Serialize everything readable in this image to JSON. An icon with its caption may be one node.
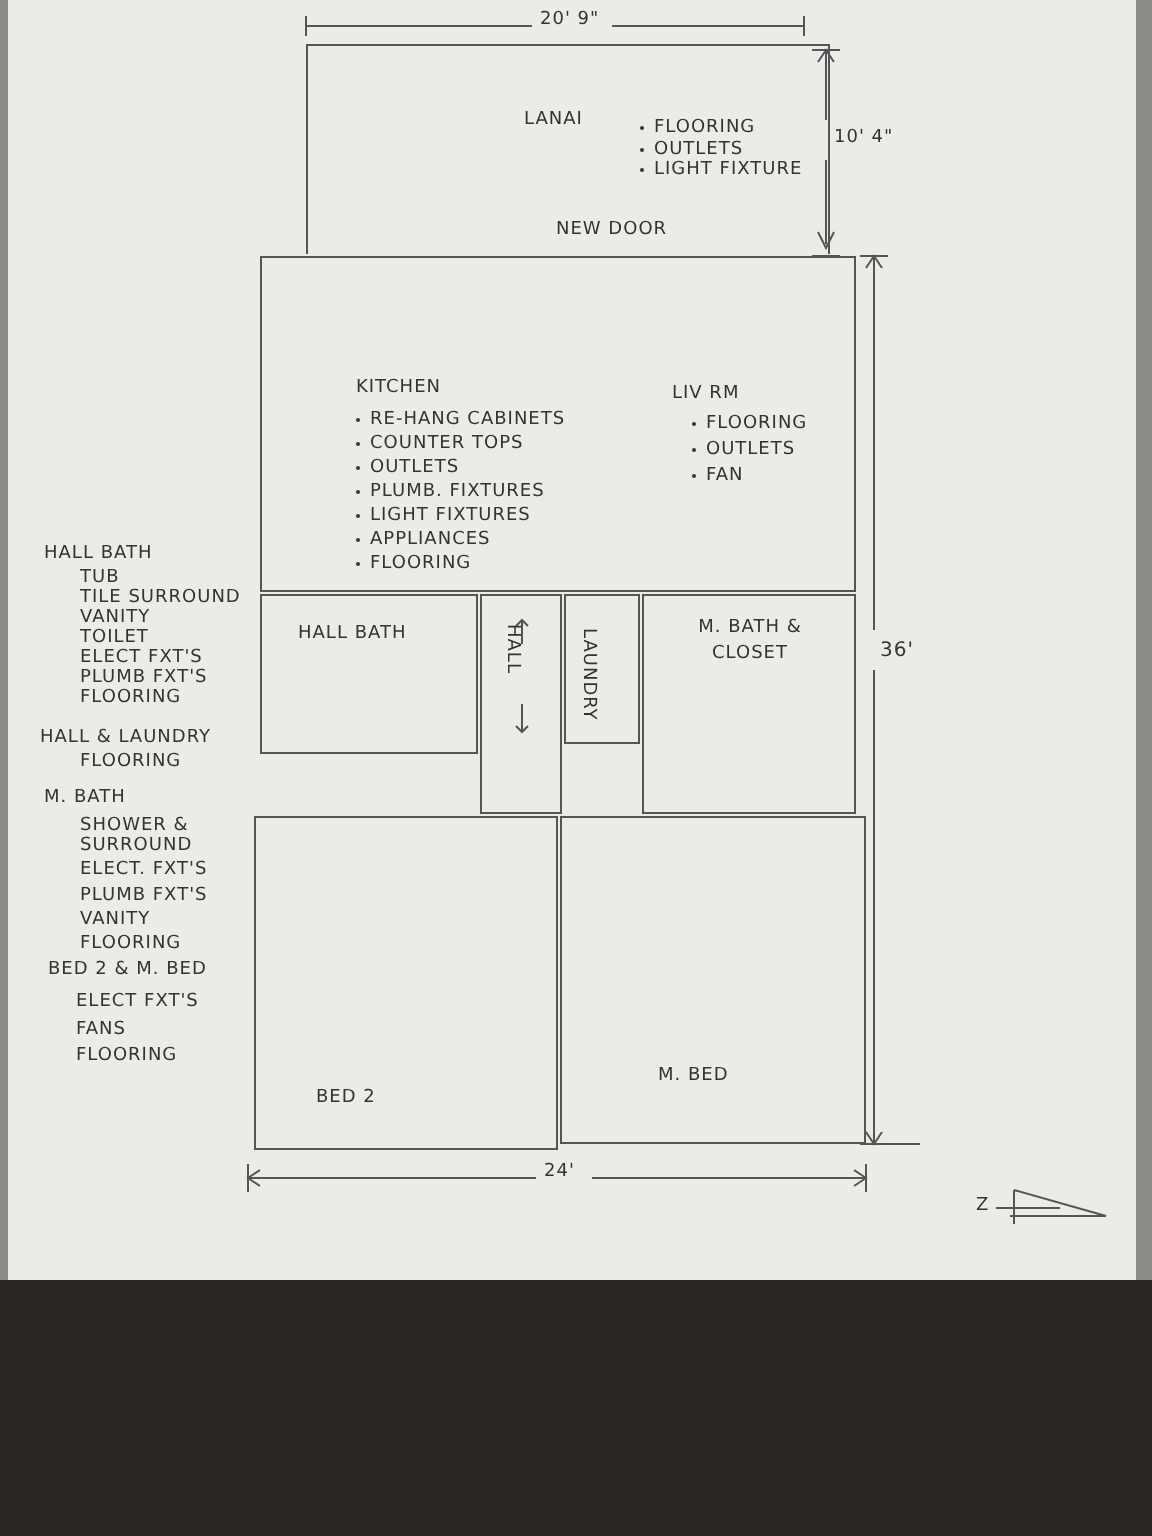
{
  "diagram": {
    "nodes": [
      {
        "text": [
          "LANAI",
          "FLOORING",
          "OUTLETS",
          "LIGHT FIXTURE"
        ]
      },
      {
        "text": [
          "KITCHEN",
          "RE-HANG CABINETS",
          "COUNTER TOPS",
          "OUTLETS",
          "PLUMB. FIXTURES",
          "LIGHT FIXTURES",
          "APPLIANCES",
          "FLOORING",
          "LIV RM",
          "FLOORING",
          "OUTLETS",
          "FAN"
        ]
      },
      {
        "text": [
          "HALL BATH"
        ]
      },
      {
        "text": [
          "HALL"
        ]
      },
      {
        "text": [
          "LAUNDRY"
        ]
      },
      {
        "text": [
          "M. BATH & CLOSET"
        ]
      },
      {
        "text": [
          "BED 2"
        ]
      },
      {
        "text": [
          "M. BED"
        ]
      }
    ],
    "edges": [],
    "labels": [
      "20' 9\"",
      "10' 4\"",
      "NEW DOOR",
      "36'",
      "24'",
      "Z",
      "HALL BATH",
      "TUB",
      "TILE SURROUND",
      "VANITY",
      "TOILET",
      "ELECT FXT'S",
      "PLUMB FXT'S",
      "FLOORING",
      "HALL & LAUNDRY",
      "FLOORING",
      "M. BATH",
      "SHOWER & SURROUND",
      "ELECT. FXT'S",
      "PLUMB FXT'S",
      "VANITY",
      "FLOORING",
      "BED 2 & M. BED",
      "ELECT FXT'S",
      "FANS",
      "FLOORING"
    ]
  }
}
